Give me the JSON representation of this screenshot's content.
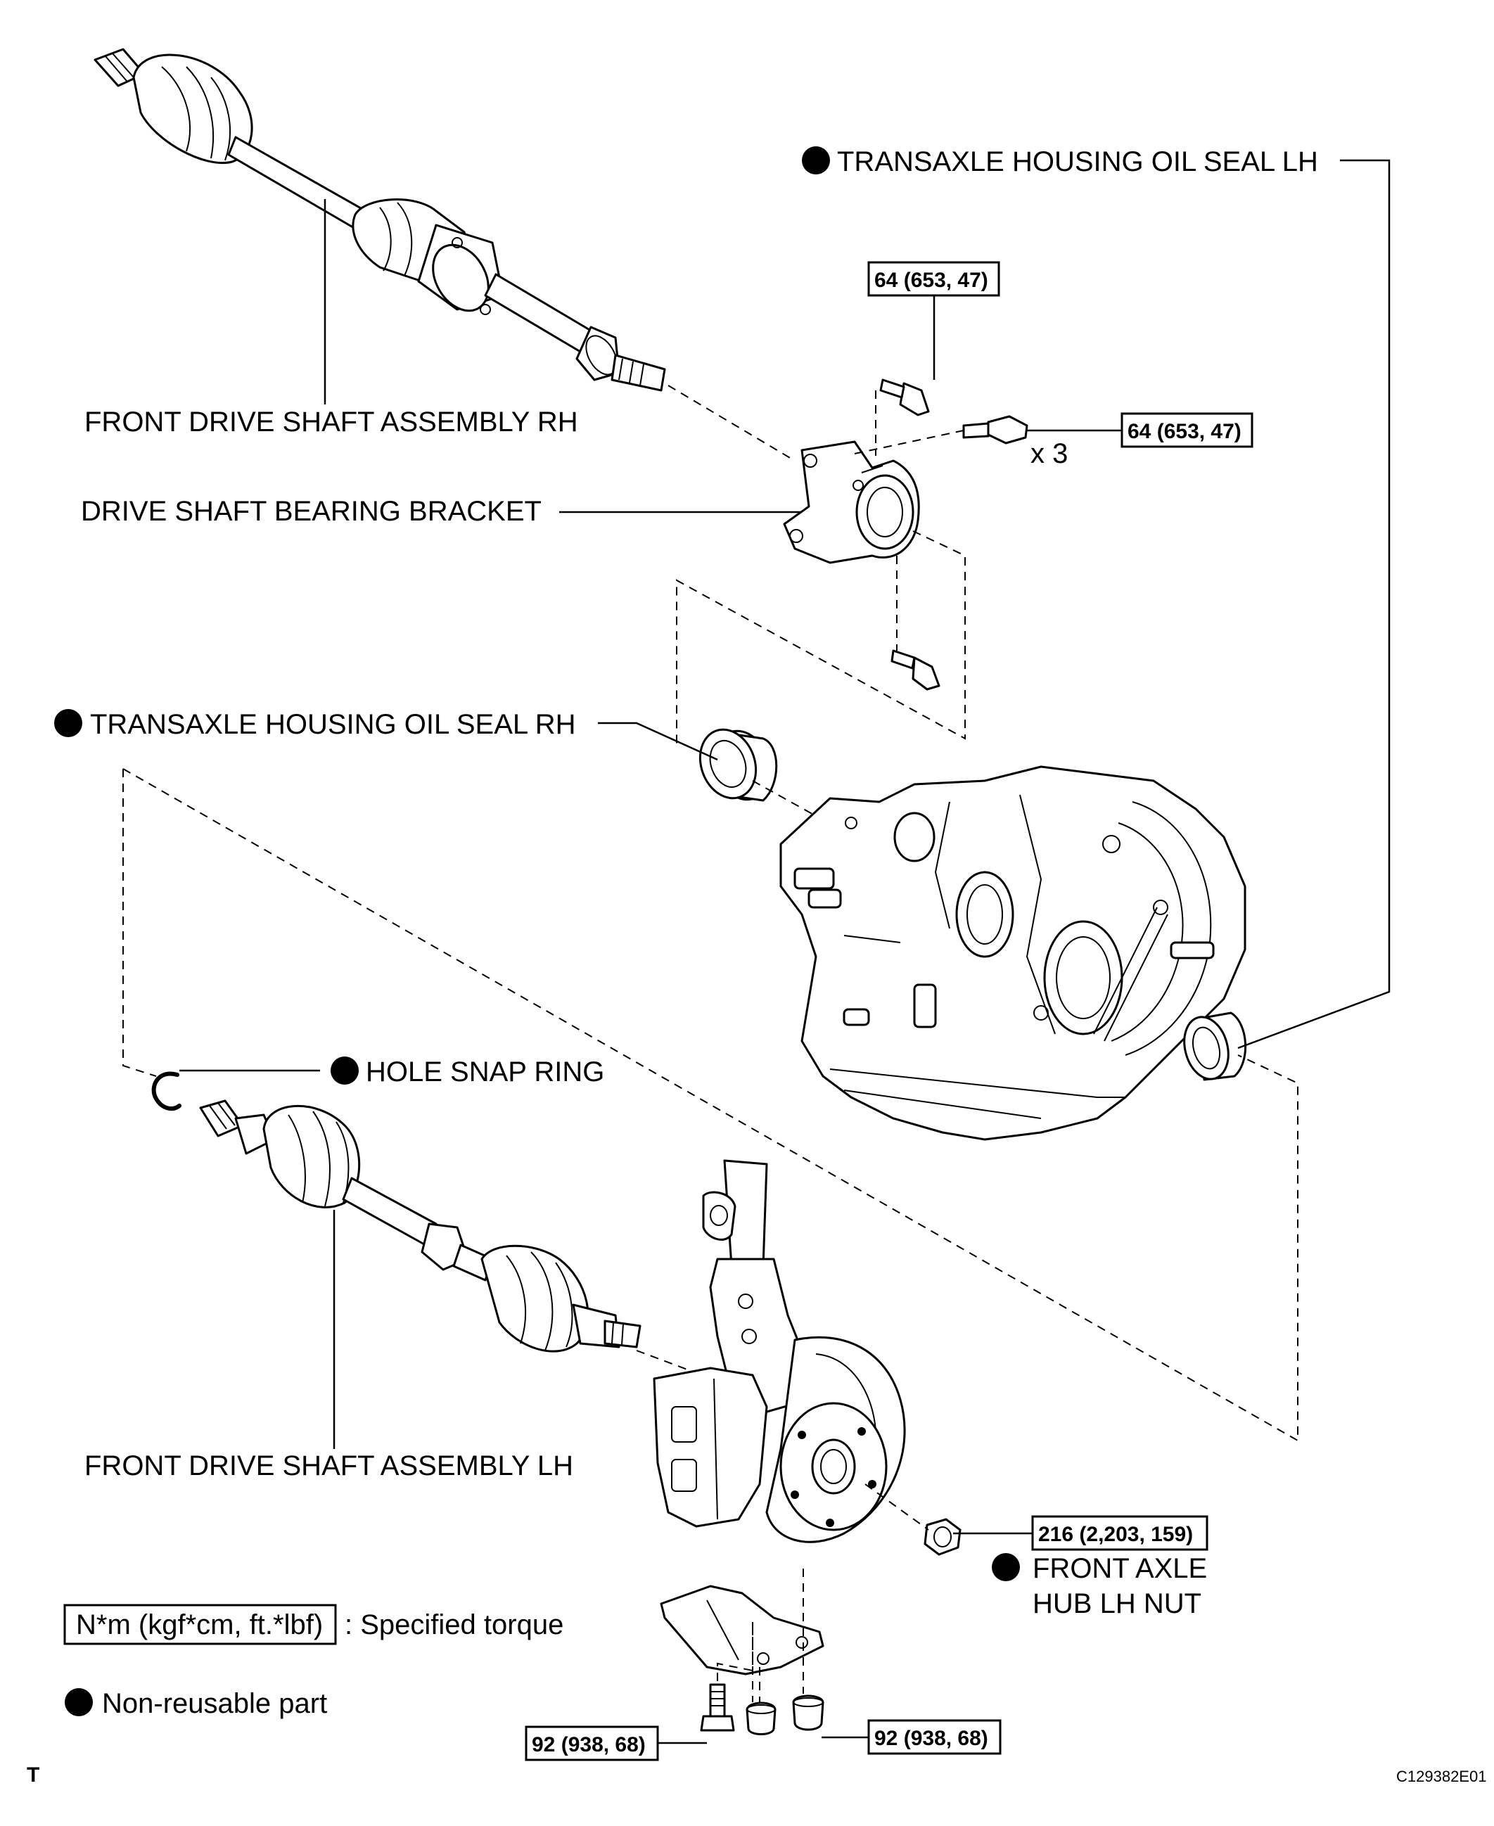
{
  "labels": {
    "oil_seal_lh": "TRANSAXLE HOUSING OIL SEAL LH",
    "shaft_rh": "FRONT DRIVE SHAFT ASSEMBLY RH",
    "bearing_bracket": "DRIVE SHAFT BEARING BRACKET",
    "oil_seal_rh": "TRANSAXLE HOUSING OIL SEAL RH",
    "snap_ring": "HOLE SNAP RING",
    "shaft_lh": "FRONT DRIVE SHAFT ASSEMBLY LH",
    "hub_nut_line1": "FRONT AXLE",
    "hub_nut_line2": "HUB LH NUT"
  },
  "torques": {
    "bracket_bolt_top": "64 (653, 47)",
    "bracket_bolt_side": "64 (653, 47)",
    "bracket_bolt_qty": "x 3",
    "hub_nut": "216 (2,203, 159)",
    "ball_joint_left": "92 (938, 68)",
    "ball_joint_right": "92 (938, 68)"
  },
  "legend": {
    "torque_unit": "N*m (kgf*cm, ft.*lbf)",
    "torque_desc": ": Specified torque",
    "nonreusable_desc": "Non-reusable part"
  },
  "corner_mark": "T",
  "figure_code": "C129382E01"
}
